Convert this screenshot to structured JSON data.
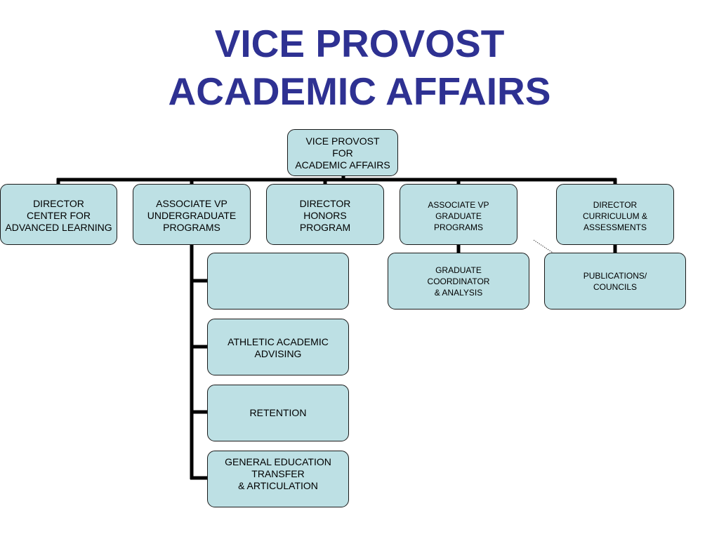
{
  "title": {
    "line1": "VICE PROVOST",
    "line2": "ACADEMIC AFFAIRS"
  },
  "nodes": {
    "vice_provost": "VICE PROVOST\nFOR\nACADEMIC AFFAIRS",
    "director_cal": "DIRECTOR\nCENTER FOR\nADVANCED LEARNING",
    "assoc_vp_undergrad": "ASSOCIATE VP\nUNDERGRADUATE\nPROGRAMS",
    "director_honors": "DIRECTOR\nHONORS\nPROGRAM",
    "assoc_vp_grad": "ASSOCIATE  VP\nGRADUATE\nPROGRAMS",
    "director_curriculum": "DIRECTOR\nCURRICULUM &\nASSESSMENTS",
    "undergrad_blank": "",
    "athletic_advising": "ATHLETIC ACADEMIC\nADVISING",
    "retention": "RETENTION",
    "gen_ed_transfer": "GENERAL EDUCATION\nTRANSFER\n& ARTICULATION",
    "grad_coordinator": "GRADUATE\nCOORDINATOR\n& ANALYSIS",
    "publications": "PUBLICATIONS/\nCOUNCILS"
  },
  "colors": {
    "title": "#2e3192",
    "box_fill": "#bde0e4",
    "connector": "#000000"
  }
}
